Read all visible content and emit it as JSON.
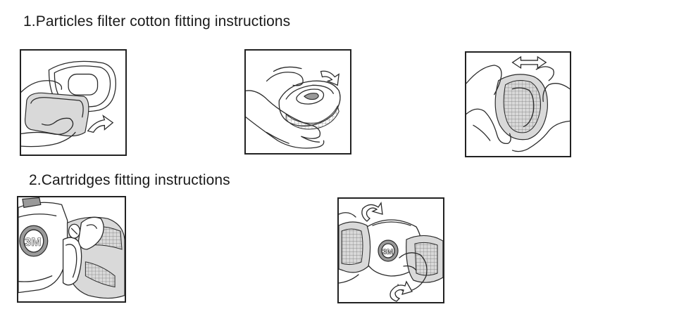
{
  "section1": {
    "title": "1.Particles filter cotton fitting instructions",
    "illustrations": [
      "filter-insert-step-1",
      "filter-insert-step-2",
      "filter-insert-step-3"
    ]
  },
  "section2": {
    "title": "2.Cartridges fitting instructions",
    "illustrations": [
      "cartridge-attach-step-1",
      "cartridge-attach-step-2"
    ]
  },
  "logo_text": "3M",
  "colors": {
    "line": "#222222",
    "background": "#ffffff",
    "cartridge_fill": "#d9d9d9"
  }
}
